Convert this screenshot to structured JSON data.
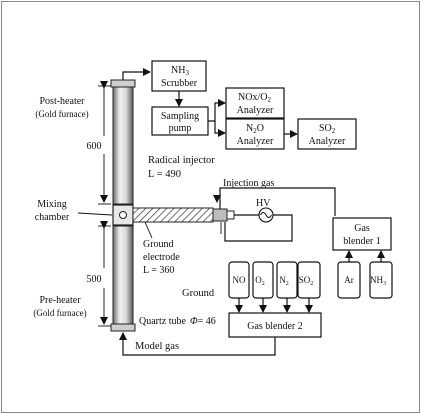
{
  "labels": {
    "nh3_scrubber_1": "NH",
    "nh3_scrubber_sub": "3",
    "nh3_scrubber_2": "Scrubber",
    "sampling_1": "Sampling",
    "sampling_2": "pump",
    "nox_1": "NOx/O",
    "nox_sub": "2",
    "nox_2": "Analyzer",
    "n2o_1": "N",
    "n2o_sub": "2",
    "n2o_tail": "O",
    "n2o_2": "Analyzer",
    "so2_1": "SO",
    "so2_sub": "2",
    "so2_2": "Analyzer",
    "post_heater": "Post-heater",
    "post_heater_sub": "(Gold furnace)",
    "len_600": "600",
    "mixing_1": "Mixing",
    "mixing_2": "chamber",
    "len_500": "500",
    "pre_heater": "Pre-heater",
    "pre_heater_sub": "(Gold furnace)",
    "radical_injector": "Radical injector",
    "radical_len": "L = 490",
    "injection_gas": "Injection gas",
    "hv": "HV",
    "gas_blender1_1": "Gas",
    "gas_blender1_2": "blender 1",
    "ground_electrode_1": "Ground",
    "ground_electrode_2": "electrode",
    "ground_electrode_len": "L = 360",
    "ground": "Ground",
    "quartz_tube": "Quartz tube",
    "phi": "Φ",
    "quartz_val": "= 46",
    "gas_blender2": "Gas blender 2",
    "model_gas": "Model gas",
    "cyl_no": "NO",
    "cyl_o2": "O",
    "cyl_o2_sub": "2",
    "cyl_n2": "N",
    "cyl_n2_sub": "2",
    "cyl_so2": "SO",
    "cyl_so2_sub": "2",
    "cyl_ar": "Ar",
    "cyl_nh3": "NH",
    "cyl_nh3_sub": "3"
  }
}
